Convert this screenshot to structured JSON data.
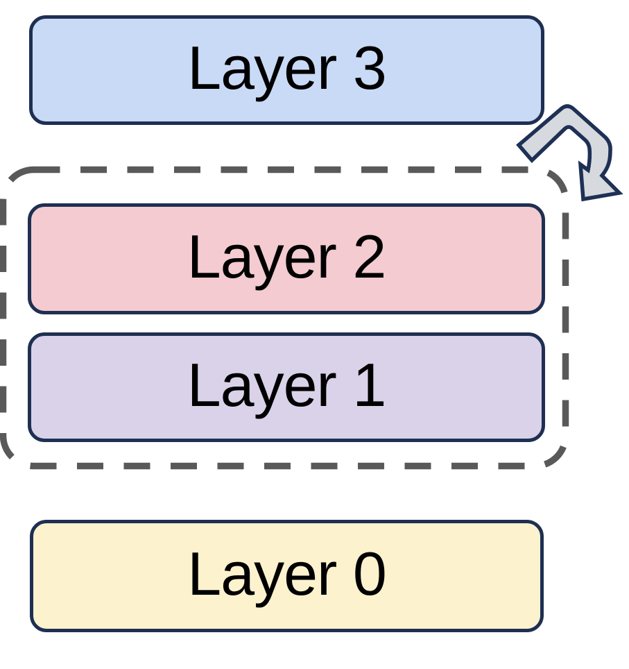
{
  "diagram": {
    "title": "layer-stack-diagram",
    "background": "#FFFFFF",
    "box_border_color": "#1E2F52",
    "text_color": "#000000",
    "layers": [
      {
        "label": "Layer 3",
        "fill": "#C9DAF6"
      },
      {
        "label": "Layer 2",
        "fill": "#F3CBD0"
      },
      {
        "label": "Layer 1",
        "fill": "#D9D2E9"
      },
      {
        "label": "Layer 0",
        "fill": "#FDF2CE"
      }
    ],
    "group_box": {
      "contains": "Layer 2, Layer 1",
      "stroke": "#595959",
      "style": "dashed rounded rectangle"
    },
    "loop_arrow": {
      "meaning": "loop / repeat over grouped layers",
      "fill": "#D6D9DE",
      "stroke": "#1E3055"
    }
  }
}
